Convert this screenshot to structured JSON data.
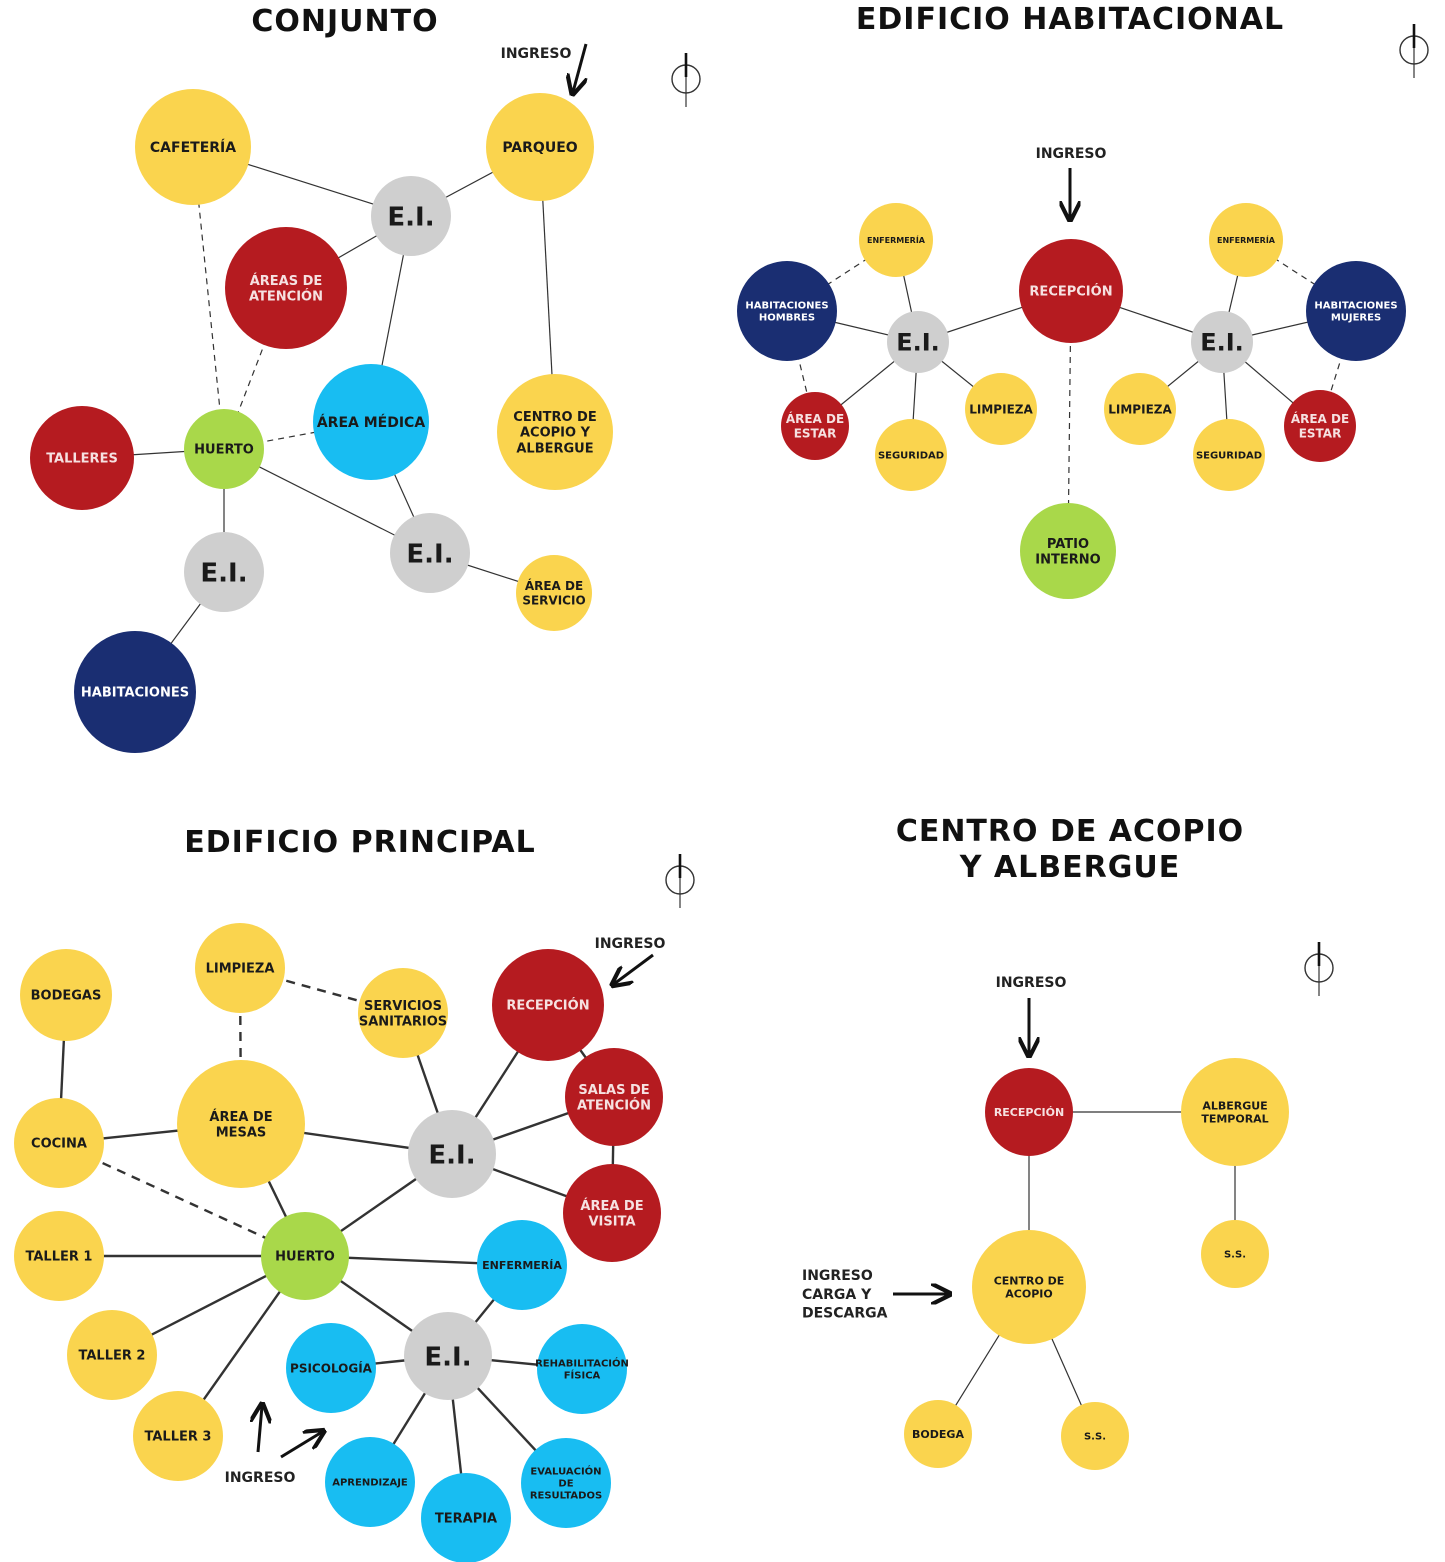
{
  "colors": {
    "yellow": "#FAD44E",
    "red": "#B51B20",
    "blue": "#1A2E72",
    "cyan": "#18BDF2",
    "green": "#A9D84A",
    "gray": "#CFCFCF"
  },
  "titles": {
    "conjunto": "CONJUNTO",
    "habitacional": "EDIFICIO HABITACIONAL",
    "principal": "EDIFICIO PRINCIPAL",
    "acopio_line1": "CENTRO DE ACOPIO",
    "acopio_line2": "Y ALBERGUE"
  },
  "north_icon": "north-arrow-icon",
  "diagrams": [
    {
      "id": "conjunto",
      "nodes": [
        {
          "id": "cafeteria",
          "label": "CAFETERÍA",
          "color": "yellow"
        },
        {
          "id": "parqueo",
          "label": "PARQUEO",
          "color": "yellow"
        },
        {
          "id": "ei1",
          "label": "E.I.",
          "color": "gray"
        },
        {
          "id": "areas_atencion",
          "label": "ÁREAS DE\nATENCIÓN",
          "color": "red"
        },
        {
          "id": "area_medica",
          "label": "ÁREA MÉDICA",
          "color": "cyan"
        },
        {
          "id": "centro_acopio",
          "label": "CENTRO DE\nACOPIO Y\nALBERGUE",
          "color": "yellow"
        },
        {
          "id": "talleres",
          "label": "TALLERES",
          "color": "red"
        },
        {
          "id": "huerto",
          "label": "HUERTO",
          "color": "green"
        },
        {
          "id": "ei2",
          "label": "E.I.",
          "color": "gray"
        },
        {
          "id": "ei3",
          "label": "E.I.",
          "color": "gray"
        },
        {
          "id": "area_servicio",
          "label": "ÁREA DE\nSERVICIO",
          "color": "yellow"
        },
        {
          "id": "habitaciones",
          "label": "HABITACIONES",
          "color": "blue"
        }
      ],
      "annotations": [
        {
          "id": "ingreso",
          "text": "INGRESO"
        }
      ]
    },
    {
      "id": "habitacional",
      "nodes": [
        {
          "id": "enf_l",
          "label": "ENFERMERÍA",
          "color": "yellow"
        },
        {
          "id": "hab_h",
          "label": "HABITACIONES\nHOMBRES",
          "color": "blue"
        },
        {
          "id": "ei_l",
          "label": "E.I.",
          "color": "gray"
        },
        {
          "id": "estar_l",
          "label": "ÁREA DE\nESTAR",
          "color": "red"
        },
        {
          "id": "seg_l",
          "label": "SEGURIDAD",
          "color": "yellow"
        },
        {
          "id": "limp_l",
          "label": "LIMPIEZA",
          "color": "yellow"
        },
        {
          "id": "recepcion",
          "label": "RECEPCIÓN",
          "color": "red"
        },
        {
          "id": "patio",
          "label": "PATIO\nINTERNO",
          "color": "green"
        },
        {
          "id": "enf_r",
          "label": "ENFERMERÍA",
          "color": "yellow"
        },
        {
          "id": "hab_m",
          "label": "HABITACIONES\nMUJERES",
          "color": "blue"
        },
        {
          "id": "ei_r",
          "label": "E.I.",
          "color": "gray"
        },
        {
          "id": "limp_r",
          "label": "LIMPIEZA",
          "color": "yellow"
        },
        {
          "id": "seg_r",
          "label": "SEGURIDAD",
          "color": "yellow"
        },
        {
          "id": "estar_r",
          "label": "ÁREA DE\nESTAR",
          "color": "red"
        }
      ],
      "annotations": [
        {
          "id": "ingreso",
          "text": "INGRESO"
        }
      ]
    },
    {
      "id": "principal",
      "nodes": [
        {
          "id": "bodegas",
          "label": "BODEGAS",
          "color": "yellow"
        },
        {
          "id": "limpieza",
          "label": "LIMPIEZA",
          "color": "yellow"
        },
        {
          "id": "serv_san",
          "label": "SERVICIOS\nSANITARIOS",
          "color": "yellow"
        },
        {
          "id": "recepcion",
          "label": "RECEPCIÓN",
          "color": "red"
        },
        {
          "id": "salas",
          "label": "SALAS DE\nATENCIÓN",
          "color": "red"
        },
        {
          "id": "visita",
          "label": "ÁREA DE\nVISITA",
          "color": "red"
        },
        {
          "id": "cocina",
          "label": "COCINA",
          "color": "yellow"
        },
        {
          "id": "mesas",
          "label": "ÁREA DE\nMESAS",
          "color": "yellow"
        },
        {
          "id": "ei1",
          "label": "E.I.",
          "color": "gray"
        },
        {
          "id": "huerto",
          "label": "HUERTO",
          "color": "green"
        },
        {
          "id": "taller1",
          "label": "TALLER 1",
          "color": "yellow"
        },
        {
          "id": "taller2",
          "label": "TALLER 2",
          "color": "yellow"
        },
        {
          "id": "taller3",
          "label": "TALLER 3",
          "color": "yellow"
        },
        {
          "id": "enfermeria",
          "label": "ENFERMERÍA",
          "color": "cyan"
        },
        {
          "id": "ei2",
          "label": "E.I.",
          "color": "gray"
        },
        {
          "id": "psicologia",
          "label": "PSICOLOGÍA",
          "color": "cyan"
        },
        {
          "id": "rehab",
          "label": "REHABILITACIÓN\nFÍSICA",
          "color": "cyan"
        },
        {
          "id": "aprendizaje",
          "label": "APRENDIZAJE",
          "color": "cyan"
        },
        {
          "id": "terapia",
          "label": "TERAPIA",
          "color": "cyan"
        },
        {
          "id": "evaluacion",
          "label": "EVALUACIÓN\nDE\nRESULTADOS",
          "color": "cyan"
        }
      ],
      "annotations": [
        {
          "id": "ingreso_top",
          "text": "INGRESO"
        },
        {
          "id": "ingreso_bottom",
          "text": "INGRESO"
        }
      ]
    },
    {
      "id": "acopio",
      "nodes": [
        {
          "id": "recepcion",
          "label": "RECEPCIÓN",
          "color": "red"
        },
        {
          "id": "albergue",
          "label": "ALBERGUE\nTEMPORAL",
          "color": "yellow"
        },
        {
          "id": "ss_top",
          "label": "S.S.",
          "color": "yellow"
        },
        {
          "id": "centro",
          "label": "CENTRO DE\nACOPIO",
          "color": "yellow"
        },
        {
          "id": "bodega",
          "label": "BODEGA",
          "color": "yellow"
        },
        {
          "id": "ss_bottom",
          "label": "S.S.",
          "color": "yellow"
        }
      ],
      "annotations": [
        {
          "id": "ingreso",
          "text": "INGRESO"
        },
        {
          "id": "ingreso_carga",
          "text": "INGRESO\nCARGA Y\nDESCARGA"
        }
      ]
    }
  ]
}
